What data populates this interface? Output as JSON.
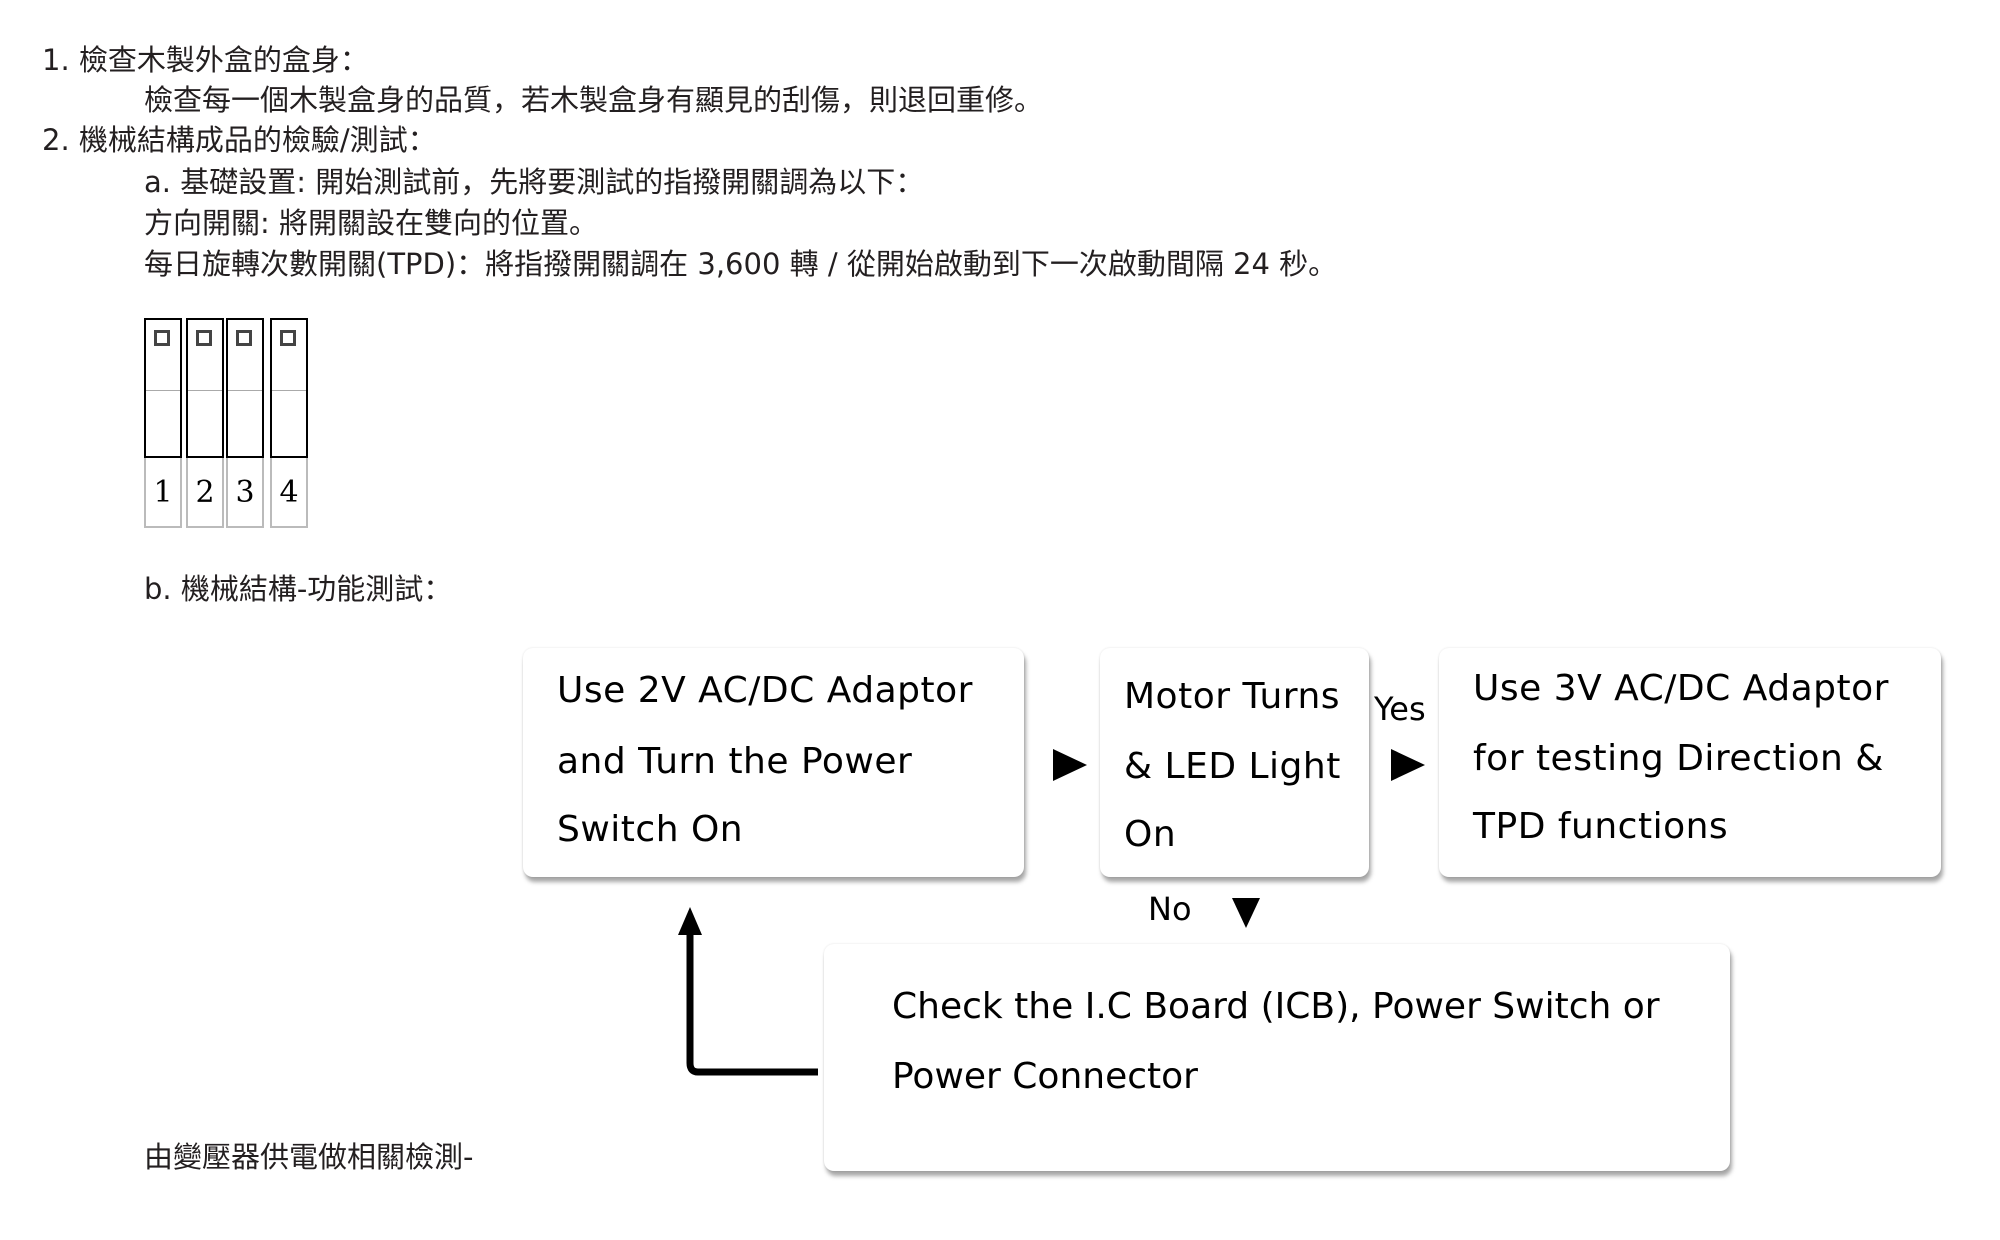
{
  "section1": {
    "heading": "1. 檢查木製外盒的盒身：",
    "body": "檢查每一個木製盒身的品質，若木製盒身有顯見的刮傷，則退回重修。"
  },
  "section2": {
    "heading": "2. 機械結構成品的檢驗/測試：",
    "a": {
      "title": "a. 基礎設置: 開始測試前，先將要測試的指撥開關調為以下：",
      "direction": "方向開關: 將開關設在雙向的位置。",
      "tpd": "每日旋轉次數開關(TPD)：將指撥開關調在 3,600 轉 / 從開始啟動到下一次啟動間隔 24 秒。"
    },
    "dip_switch": {
      "labels": [
        "1",
        "2",
        "3",
        "4"
      ],
      "positions": [
        "up",
        "up",
        "up",
        "up"
      ]
    },
    "b": {
      "title": "b. 機械結構-功能測試："
    }
  },
  "flowchart": {
    "step1": [
      "Use 2V AC/DC Adaptor",
      "and Turn the Power",
      "Switch On"
    ],
    "step2": [
      "Motor Turns",
      "& LED Light",
      "On"
    ],
    "step3": [
      "Use 3V AC/DC Adaptor",
      "for testing Direction &",
      "TPD functions"
    ],
    "step4": [
      "Check the I.C Board (ICB), Power Switch or",
      "Power Connector"
    ],
    "yes_label": "Yes",
    "no_label": "No"
  },
  "footer_note": "由變壓器供電做相關檢測-"
}
